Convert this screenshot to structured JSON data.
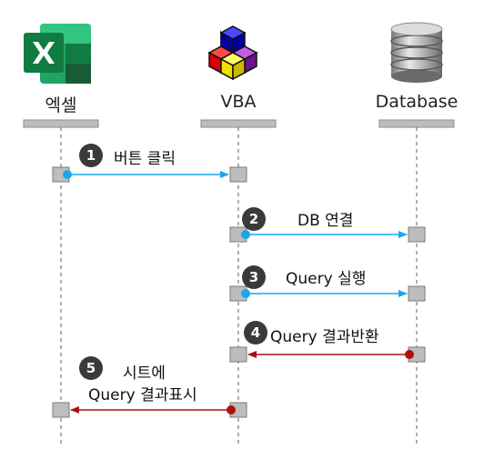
{
  "actors": [
    {
      "key": "excel",
      "label": "엑셀",
      "icon": "excel-icon"
    },
    {
      "key": "vba",
      "label": "VBA",
      "icon": "vba-cubes-icon"
    },
    {
      "key": "db",
      "label": "Database",
      "icon": "database-icon"
    }
  ],
  "steps": [
    {
      "number": "1",
      "label": "버튼 클릭",
      "from": "excel",
      "to": "vba",
      "color": "#1aa7e8"
    },
    {
      "number": "2",
      "label": "DB 연결",
      "from": "vba",
      "to": "db",
      "color": "#1aa7e8"
    },
    {
      "number": "3",
      "label": "Query 실행",
      "from": "vba",
      "to": "db",
      "color": "#1aa7e8"
    },
    {
      "number": "4",
      "label": "Query 결과반환",
      "from": "db",
      "to": "vba",
      "color": "#b01010"
    },
    {
      "number": "5",
      "label_line1": "시트에",
      "label_line2": "Query 결과표시",
      "from": "vba",
      "to": "excel",
      "color": "#b01010"
    }
  ],
  "colors": {
    "lifeline": "#7a7a7a",
    "activation_fill": "#bdbdbd",
    "header_bar": "#bdbdbd",
    "badge": "#3a3a3a",
    "excel_green": "#1e7145"
  }
}
